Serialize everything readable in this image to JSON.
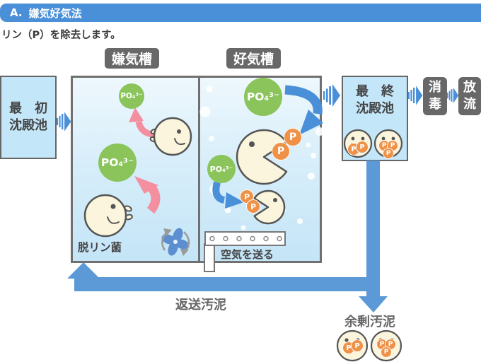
{
  "header": {
    "prefix": "A.",
    "title": "嫌気好気法"
  },
  "subtitle": "リン（P）を除去します。",
  "tanks": {
    "anaerobic_label": "嫌気槽",
    "aerobic_label": "好気槽",
    "primary": {
      "line1": "最　初",
      "line2": "沈殿池"
    },
    "final": {
      "line1": "最　終",
      "line2": "沈殿池"
    }
  },
  "process": {
    "disinfection": "消毒",
    "discharge": "放流"
  },
  "labels": {
    "dephosphorus_bacteria": "脱リン菌",
    "air_supply": "空気を送る",
    "return_sludge": "返送汚泥",
    "excess_sludge": "余剰汚泥"
  },
  "molecules": {
    "phosphate": "PO₄³⁻",
    "phosphorus": "P"
  },
  "colors": {
    "header_blue": "#4a90d8",
    "flow_arrow_blue": "#4a90d8",
    "pipe_blue": "#5b9ad6",
    "tank_fill": "#c3e6f8",
    "phosphate_green": "#8ac45a",
    "phosphorus_orange": "#ef9147",
    "release_arrow_pink": "#f48f9f",
    "bacteria_cream": "#faf5dc",
    "label_box_gray": "#686868"
  }
}
